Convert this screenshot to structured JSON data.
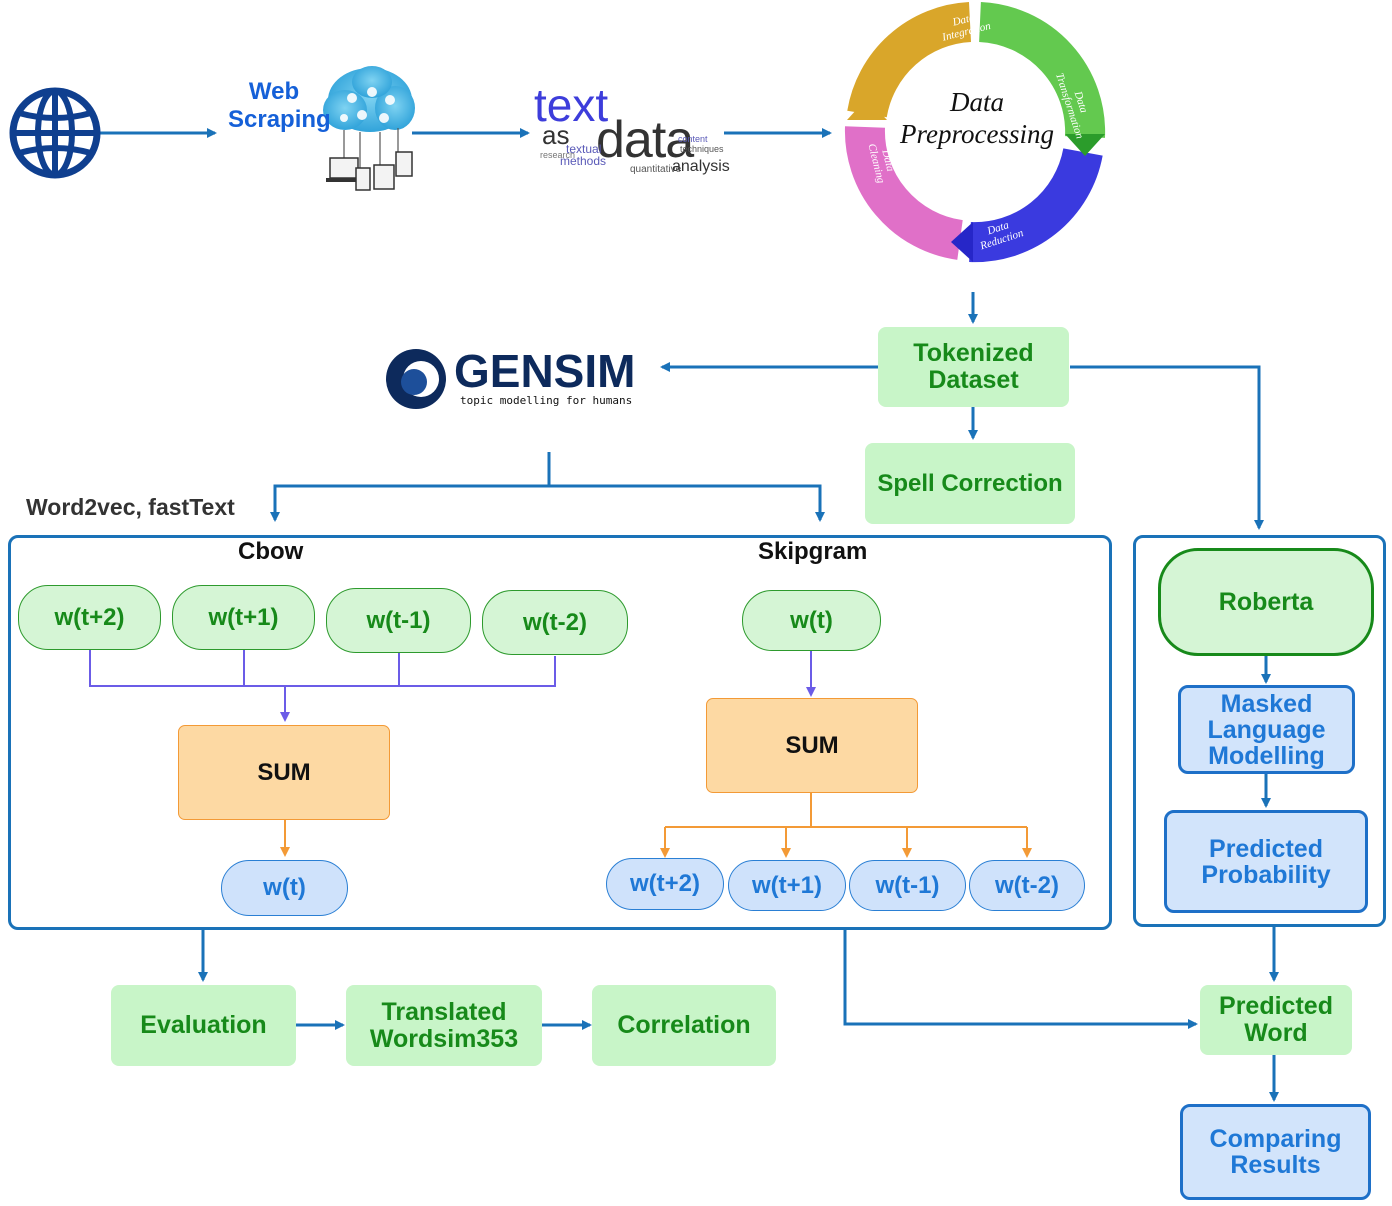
{
  "top": {
    "web_scraping_line1": "Web",
    "web_scraping_line2": "Scraping",
    "text_word": "text",
    "as_word": "as",
    "data_word": "data",
    "analysis_word": "analysis",
    "methods_word": "methods",
    "textual_word": "textual",
    "quantitative_word": "quantitative",
    "techniques_word": "techniques",
    "research_word": "research",
    "content_word": "content"
  },
  "preprocessing": {
    "center_line1": "Data",
    "center_line2": "Preprocessing",
    "seg_integration": "Data Integration",
    "seg_transformation": "Data Transformation",
    "seg_reduction": "Data Reduction",
    "seg_cleaning": "Data Cleaning"
  },
  "gensim": {
    "title": "GENSIM",
    "subtitle": "topic modelling for humans"
  },
  "nodes": {
    "tokenized": "Tokenized Dataset",
    "spell": "Spell Correction",
    "word2vec_label": "Word2vec, fastText",
    "cbow_title": "Cbow",
    "skipgram_title": "Skipgram",
    "cbow_inputs": [
      "w(t+2)",
      "w(t+1)",
      "w(t-1)",
      "w(t-2)"
    ],
    "cbow_sum": "SUM",
    "cbow_output": "w(t)",
    "skip_input": "w(t)",
    "skip_sum": "SUM",
    "skip_outputs": [
      "w(t+2)",
      "w(t+1)",
      "w(t-1)",
      "w(t-2)"
    ],
    "roberta": "Roberta",
    "mlm": "Masked Language Modelling",
    "predicted_probability": "Predicted Probability",
    "evaluation": "Evaluation",
    "translated": "Translated Wordsim353",
    "correlation": "Correlation",
    "predicted_word": "Predicted Word",
    "comparing": "Comparing Results"
  },
  "colors": {
    "connector_blue": "#1a72b8",
    "connector_purple": "#6b5ce7",
    "connector_orange": "#f39a36",
    "green_fill": "#c8f5c8",
    "green_text": "#178a1a",
    "blue_text": "#1f78d6"
  }
}
